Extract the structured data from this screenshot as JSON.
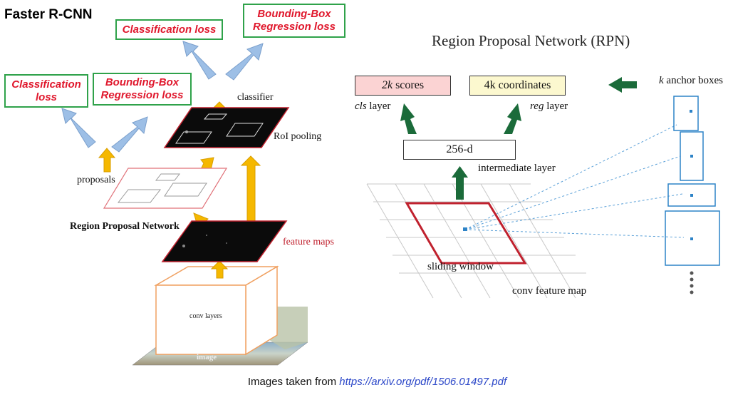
{
  "title": "Faster R-CNN",
  "loss_labels": {
    "left_classification": "Classification\nloss",
    "left_bbox": "Bounding-Box\nRegression loss",
    "top_classification": "Classification loss",
    "top_bbox": "Bounding-Box\nRegression loss"
  },
  "left_diagram": {
    "classifier": "classifier",
    "roi_pooling": "RoI pooling",
    "proposals": "proposals",
    "region_proposal_network": "Region Proposal Network",
    "feature_maps": "feature maps",
    "conv_layers": "conv layers",
    "image": "image"
  },
  "rpn": {
    "title": "Region Proposal Network (RPN)",
    "scores_k": "2k",
    "scores_rest": " scores",
    "coords_k": "4k",
    "coords_rest": " coordinates",
    "anchor_k": "k",
    "anchor_rest": " anchor boxes",
    "cls_italic": "cls",
    "cls_rest": " layer",
    "reg_italic": "reg",
    "reg_rest": " layer",
    "intermediate_box": "256-d",
    "intermediate_label": "intermediate layer",
    "sliding_window": "sliding window",
    "conv_feature_map": "conv feature map"
  },
  "caption": {
    "prefix": "Images taken from ",
    "link": "https://arxiv.org/pdf/1506.01497.pdf"
  },
  "colors": {
    "loss_border": "#2fa24a",
    "loss_text": "#e0182d",
    "orange_arrow": "#f5b800",
    "blue_arrow": "#9dbfe6",
    "green_arrow": "#1b6b3a",
    "scores_fill": "#fbd3d3",
    "coords_fill": "#fcf8cf",
    "sliding_window": "#c0212e",
    "anchor_box": "#2d83c7"
  }
}
